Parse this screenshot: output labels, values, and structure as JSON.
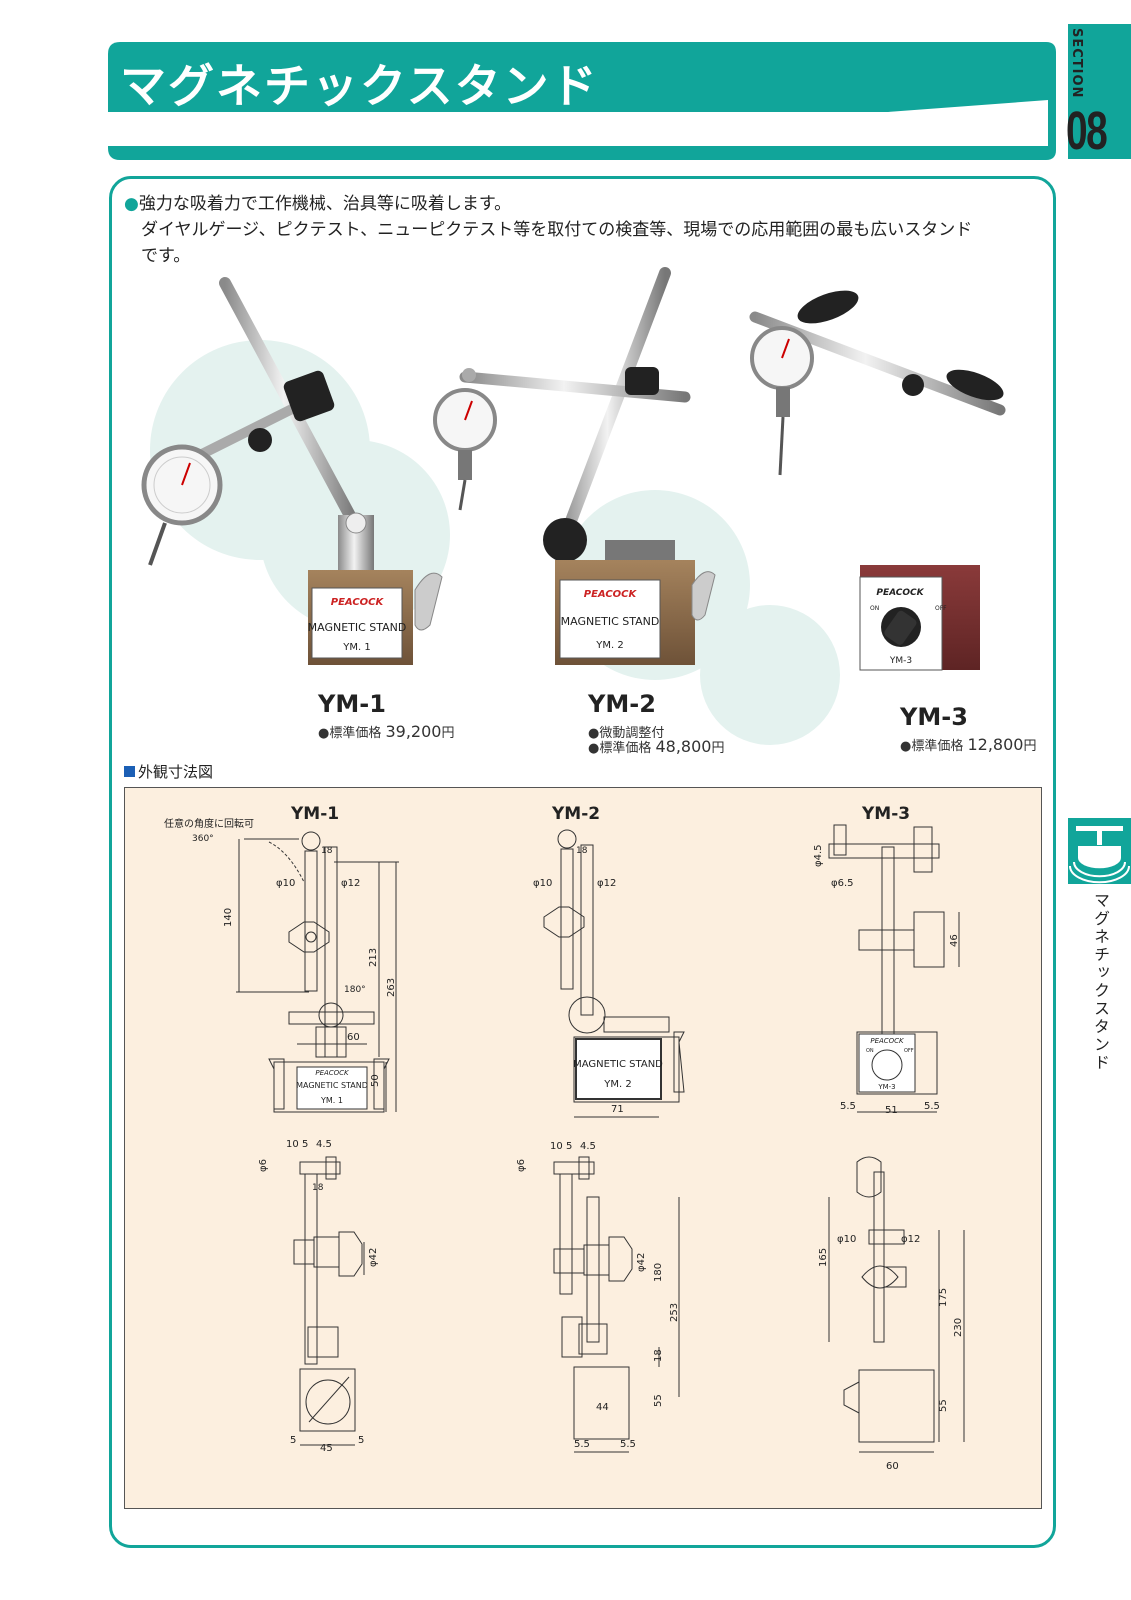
{
  "header": {
    "title": "マグネチックスタンド",
    "section_label": "SECTION",
    "section_number": "08"
  },
  "intro": {
    "bullet": "●",
    "line1": "強力な吸着力で工作機械、治具等に吸着します。",
    "line2": "ダイヤルゲージ、ピクテスト、ニューピクテスト等を取付ての検査等、現場での応用範囲の最も広いスタンド",
    "line3": "です。"
  },
  "products": [
    {
      "model": "YM-1",
      "notes": [],
      "price_label": "●標準価格",
      "price_value": "39,200",
      "price_unit": "円",
      "plate_brand": "PEACOCK",
      "plate_text": "MAGNETIC STAND",
      "plate_model": "YM. 1"
    },
    {
      "model": "YM-2",
      "notes": [
        "●微動調整付"
      ],
      "price_label": "●標準価格",
      "price_value": "48,800",
      "price_unit": "円",
      "plate_brand": "PEACOCK",
      "plate_text": "MAGNETIC STAND",
      "plate_model": "YM. 2"
    },
    {
      "model": "YM-3",
      "notes": [],
      "price_label": "●標準価格",
      "price_value": "12,800",
      "price_unit": "円",
      "plate_brand": "PEACOCK",
      "plate_on": "ON",
      "plate_off": "OFF",
      "plate_model": "YM-3"
    }
  ],
  "dimensions": {
    "heading": "外観寸法図",
    "titles": [
      "YM-1",
      "YM-2",
      "YM-3"
    ],
    "ym1": {
      "rotate_note": "任意の角度に回転可",
      "deg360": "360°",
      "deg180": "180°",
      "d18": "18",
      "phi10": "φ10",
      "phi12": "φ12",
      "d140": "140",
      "d213": "213",
      "d263": "263",
      "d60": "60",
      "d50": "50",
      "plate_text": "MAGNETIC STAND",
      "plate_model": "YM. 1",
      "plate_brand": "PEACOCK",
      "side_phi6": "φ6",
      "side_10": "10",
      "side_5": "5",
      "side_45": "4.5",
      "side_18": "18",
      "side_phi42": "φ42",
      "side_b5a": "5",
      "side_b45": "45",
      "side_b5b": "5"
    },
    "ym2": {
      "d18": "18",
      "phi10": "φ10",
      "phi12": "φ12",
      "d71": "71",
      "plate_text": "MAGNETIC STAND",
      "plate_model": "YM. 2",
      "side_phi6": "φ6",
      "side_10": "10",
      "side_5": "5",
      "side_45": "4.5",
      "side_phi42": "φ42",
      "side_180": "180",
      "side_253": "253",
      "side_18": "18",
      "side_55": "55",
      "side_44": "44",
      "side_55a": "5.5",
      "side_55b": "5.5"
    },
    "ym3": {
      "phi45": "φ4.5",
      "phi65": "φ6.5",
      "d46": "46",
      "d55a": "5.5",
      "d51": "51",
      "d55b": "5.5",
      "plate_brand": "PEACOCK",
      "plate_on": "ON",
      "plate_off": "OFF",
      "plate_model": "YM-3",
      "side_phi10": "φ10",
      "side_phi12": "φ12",
      "side_165": "165",
      "side_175": "175",
      "side_230": "230",
      "side_55": "55",
      "side_60": "60"
    }
  },
  "side_tab": {
    "label": "マグネチックスタンド"
  },
  "colors": {
    "accent": "#11a59a",
    "peach": "#fcefdf",
    "blue_square": "#1b5fb5"
  }
}
